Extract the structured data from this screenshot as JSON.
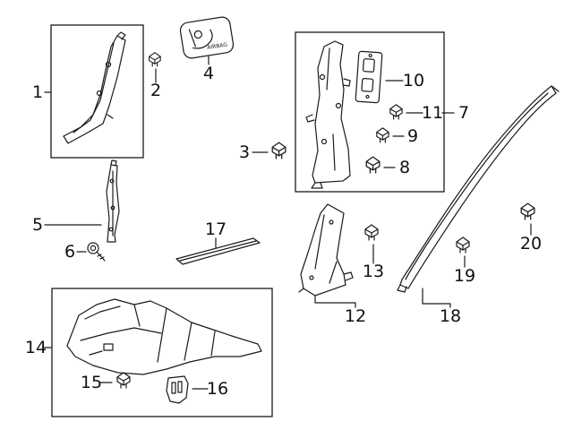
{
  "diagram": {
    "type": "parts-diagram",
    "background_color": "#ffffff",
    "line_color": "#1a1a1a",
    "badge_text": "AIRBAG",
    "callouts": [
      {
        "num": "1"
      },
      {
        "num": "2"
      },
      {
        "num": "3"
      },
      {
        "num": "4"
      },
      {
        "num": "5"
      },
      {
        "num": "6"
      },
      {
        "num": "7"
      },
      {
        "num": "8"
      },
      {
        "num": "9"
      },
      {
        "num": "10"
      },
      {
        "num": "11"
      },
      {
        "num": "12"
      },
      {
        "num": "13"
      },
      {
        "num": "14"
      },
      {
        "num": "15"
      },
      {
        "num": "16"
      },
      {
        "num": "17"
      },
      {
        "num": "18"
      },
      {
        "num": "19"
      },
      {
        "num": "20"
      }
    ]
  }
}
